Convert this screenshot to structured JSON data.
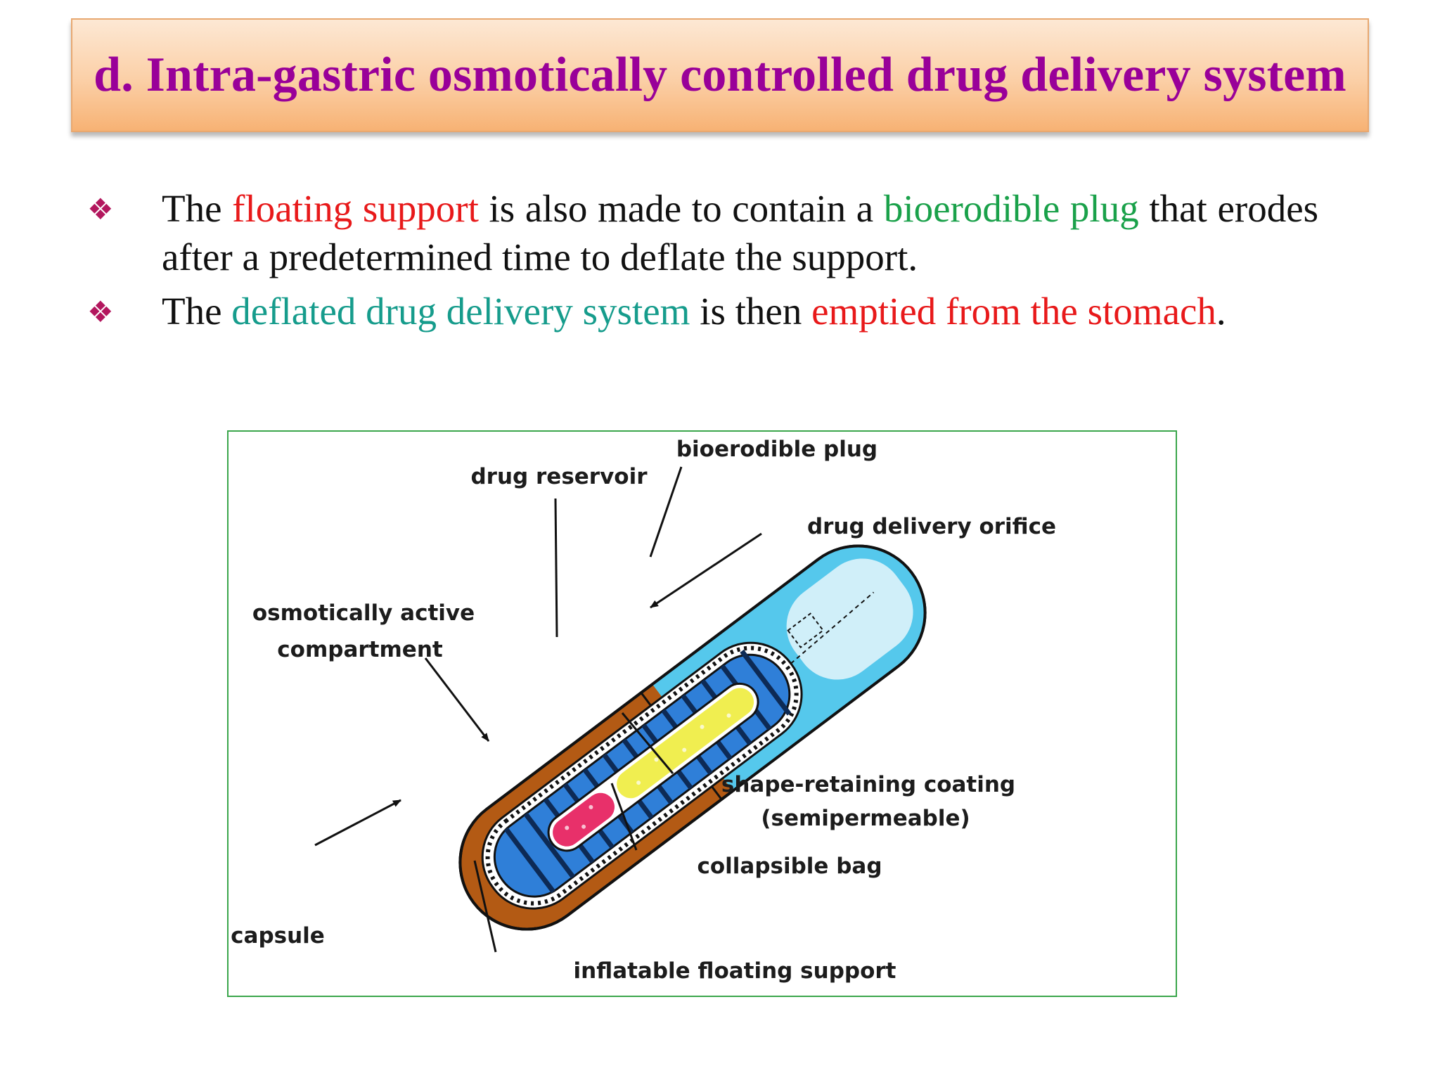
{
  "title": "d. Intra-gastric osmotically controlled drug delivery system",
  "bullets": [
    {
      "glyph": "❖",
      "segments": [
        {
          "text": "The ",
          "color": "black"
        },
        {
          "text": "floating support",
          "color": "red"
        },
        {
          "text": " is also made to contain a ",
          "color": "black"
        },
        {
          "text": "bioerodible plug",
          "color": "green"
        },
        {
          "text": " that erodes after a predetermined time to deflate the support.",
          "color": "black"
        }
      ]
    },
    {
      "glyph": "❖",
      "segments": [
        {
          "text": "The ",
          "color": "black"
        },
        {
          "text": "deflated drug delivery system",
          "color": "teal"
        },
        {
          "text": " is then ",
          "color": "black"
        },
        {
          "text": "emptied from the stomach",
          "color": "red"
        },
        {
          "text": ".",
          "color": "black"
        }
      ]
    }
  ],
  "diagram": {
    "labels": {
      "bioerodible_plug": "bioerodible plug",
      "drug_reservoir": "drug reservoir",
      "drug_delivery_orifice": "drug delivery orifice",
      "osmotically_active_1": "osmotically  active",
      "osmotically_active_2": "compartment",
      "shape_retaining_1": "shape-retaining coating",
      "shape_retaining_2": "(semipermeable)",
      "collapsible_bag": "collapsible bag",
      "capsule": "capsule",
      "inflatable_floating_support": "inflatable floating support"
    }
  },
  "colors": {
    "title": "#990099",
    "bullet_glyph": "#b3175e",
    "red": "#e8191a",
    "green": "#1aa14a",
    "teal": "#169c8c",
    "frame_border": "#3aa64b",
    "capsule_brown": "#b35a14",
    "capsule_blue": "#55c8ec",
    "compartment_blue": "#2f7fd8",
    "drug_reservoir_yellow": "#f0ee50",
    "osmotic_pink": "#e8306a"
  }
}
